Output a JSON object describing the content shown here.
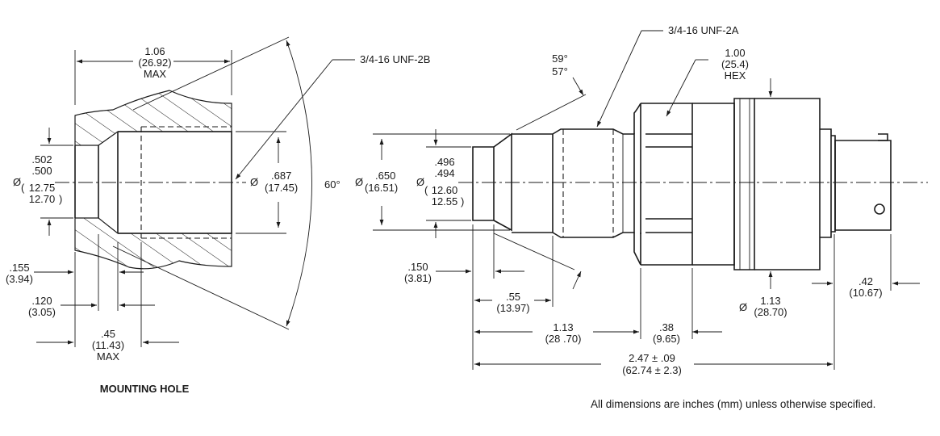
{
  "mounting_hole": {
    "title": "MOUNTING HOLE",
    "depth": [
      "1.06",
      "(26.92)",
      "MAX"
    ],
    "thread": "3/4-16 UNF-2B",
    "bore": {
      "dia_symbol": "Ø",
      "in_upper": ".502",
      "in_lower": ".500",
      "mm_upper": "12.75",
      "mm_lower": "12.70"
    },
    "thread_dia": {
      "dia_symbol": "Ø",
      "in": ".687",
      "mm": "(17.45)"
    },
    "angle": "60°",
    "dim_155": [
      ".155",
      "(3.94)"
    ],
    "dim_120": [
      ".120",
      "(3.05)"
    ],
    "dim_45": [
      ".45",
      "(11.43)",
      "MAX"
    ]
  },
  "sensor": {
    "thread": "3/4-16 UNF-2A",
    "angle": [
      "59°",
      "57°"
    ],
    "hex": [
      "1.00",
      "(25.4)",
      "HEX"
    ],
    "thread_dia": {
      "dia_symbol": "Ø",
      "in": ".650",
      "mm": "(16.51)"
    },
    "tip_dia": {
      "dia_symbol": "Ø",
      "in_upper": ".496",
      "in_lower": ".494",
      "mm_upper": "12.60",
      "mm_lower": "12.55"
    },
    "dim_150": [
      ".150",
      "(3.81)"
    ],
    "dim_55": [
      ".55",
      "(13.97)"
    ],
    "dim_113_len": [
      "1.13",
      "(28 .70)"
    ],
    "dim_38": [
      ".38",
      "(9.65)"
    ],
    "dim_247": [
      "2.47 ± .09",
      "(62.74 ± 2.3)"
    ],
    "body_dia": {
      "dia_symbol": "Ø",
      "in": "1.13",
      "mm": "(28.70)"
    },
    "dim_42": [
      ".42",
      "(10.67)"
    ]
  },
  "footnote": "All dimensions are inches (mm) unless otherwise specified."
}
